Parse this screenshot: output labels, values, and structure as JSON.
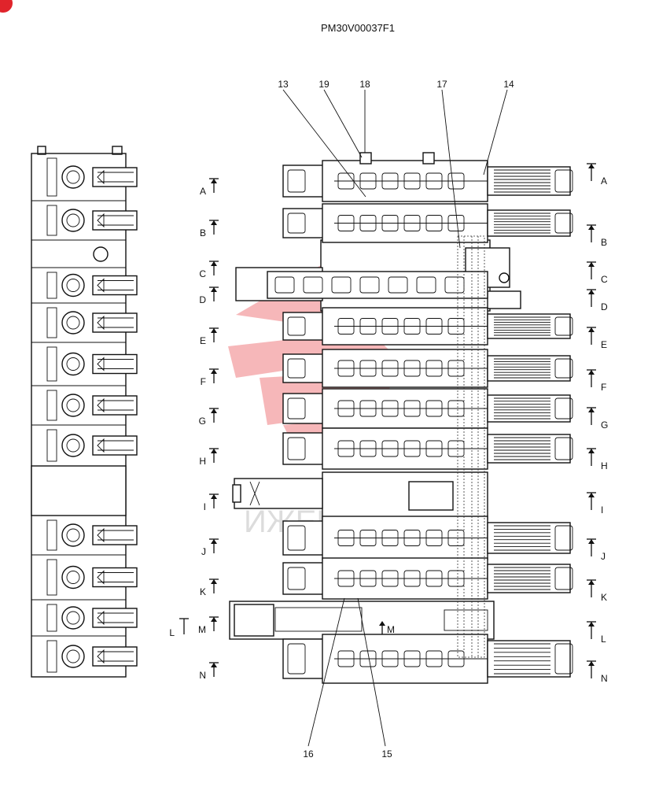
{
  "title": "PM30V00037F1",
  "badge_color": "#e0242b",
  "watermark_color": "#e8353a",
  "callouts": [
    "13",
    "19",
    "18",
    "17",
    "14",
    "16",
    "15"
  ],
  "left_sections": [
    "A",
    "B",
    "C",
    "D",
    "E",
    "F",
    "G",
    "H",
    "I",
    "J",
    "K",
    "M",
    "N"
  ],
  "left_extra": "L",
  "inner_label": "M",
  "right_sections": [
    "A",
    "B",
    "C",
    "D",
    "E",
    "F",
    "G",
    "H",
    "I",
    "J",
    "K",
    "L",
    "N"
  ]
}
